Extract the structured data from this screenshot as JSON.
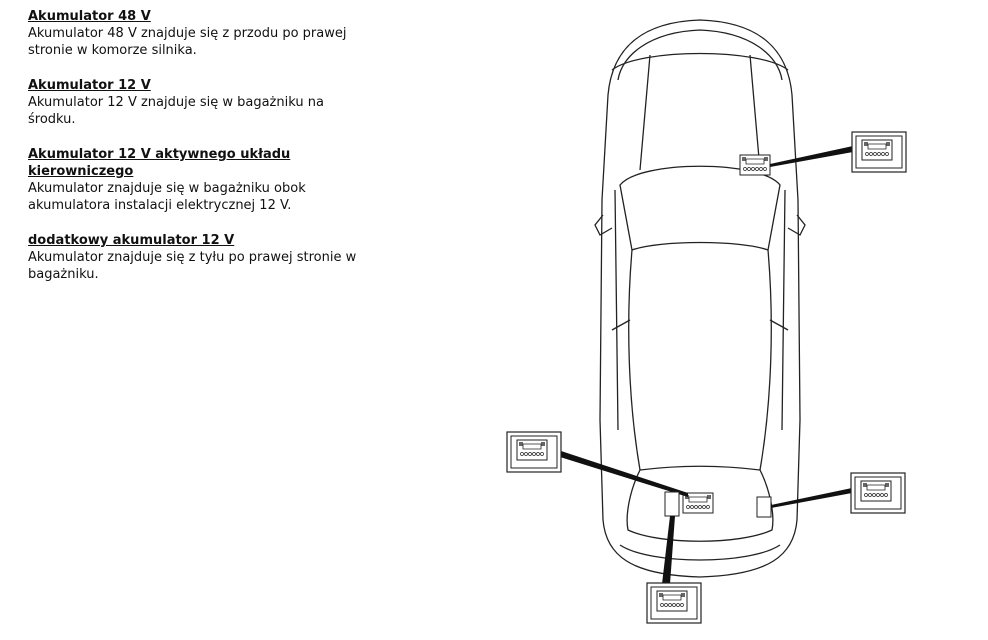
{
  "sections": [
    {
      "title": "Akumulator 48 V",
      "body": "Akumulator 48 V znajduje się z przodu po prawej stronie w komorze silnika."
    },
    {
      "title": "Akumulator 12 V",
      "body": "Akumulator 12 V znajduje się w bagażniku na środku."
    },
    {
      "title": "Akumulator 12 V aktywnego układu kierowniczego",
      "body": "Akumulator znajduje się w bagażniku obok akumulatora instalacji elektrycznej 12 V."
    },
    {
      "title": "dodatkowy akumulator 12 V",
      "body": "Akumulator znajduje się z tyłu po prawej stronie w bagażniku."
    }
  ]
}
